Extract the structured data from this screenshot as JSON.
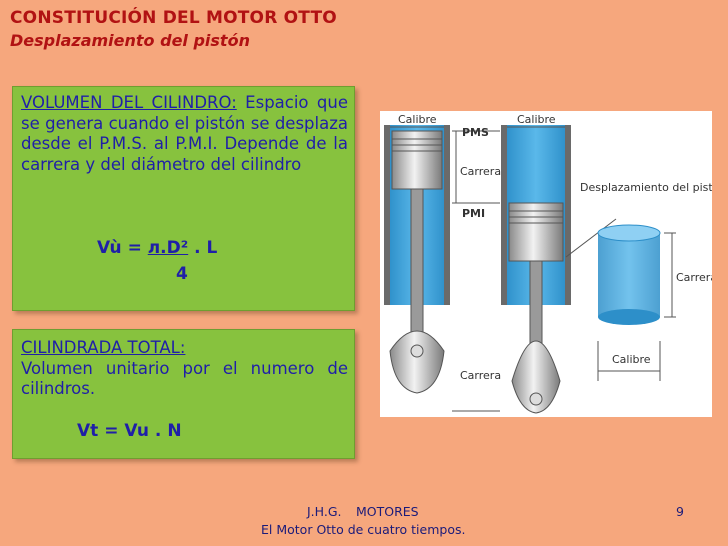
{
  "title": "CONSTITUCIÓN DEL MOTOR OTTO",
  "subtitle": "Desplazamiento del pistón",
  "box1": {
    "heading": "VOLUMEN DEL CILINDRO:",
    "text": "Espacio que se genera cuando el pistón se desplaza desde el P.M.S. al P.M.I. Depende de la carrera y del diámetro del cilindro",
    "formula_left": "Vù = ",
    "formula_num": "л.D²",
    "formula_right": " . L",
    "formula_den": "4"
  },
  "box2": {
    "heading": "CILINDRADA TOTAL:",
    "text": "Volumen unitario por el numero de cilindros.",
    "formula": "Vt = Vu . N"
  },
  "figure": {
    "calibre_left": "Calibre",
    "calibre_right": "Calibre",
    "pms": "PMS",
    "carrera_top": "Carrera",
    "pmi": "PMI",
    "desplazamiento": "Desplazamiento del pistón",
    "carrera_cyl": "Carrera",
    "calibre_bottom": "Calibre",
    "carrera_bottom": "Carrera"
  },
  "footer": {
    "author": "J.H.G.",
    "subject": "MOTORES",
    "caption": "El Motor Otto de cuatro tiempos.",
    "page": "9"
  },
  "colors": {
    "background": "#f6a77d",
    "title": "#b11213",
    "box": "#87c23e",
    "box_text": "#1f1fa8",
    "cylinder_blue": "#3fa3db"
  }
}
